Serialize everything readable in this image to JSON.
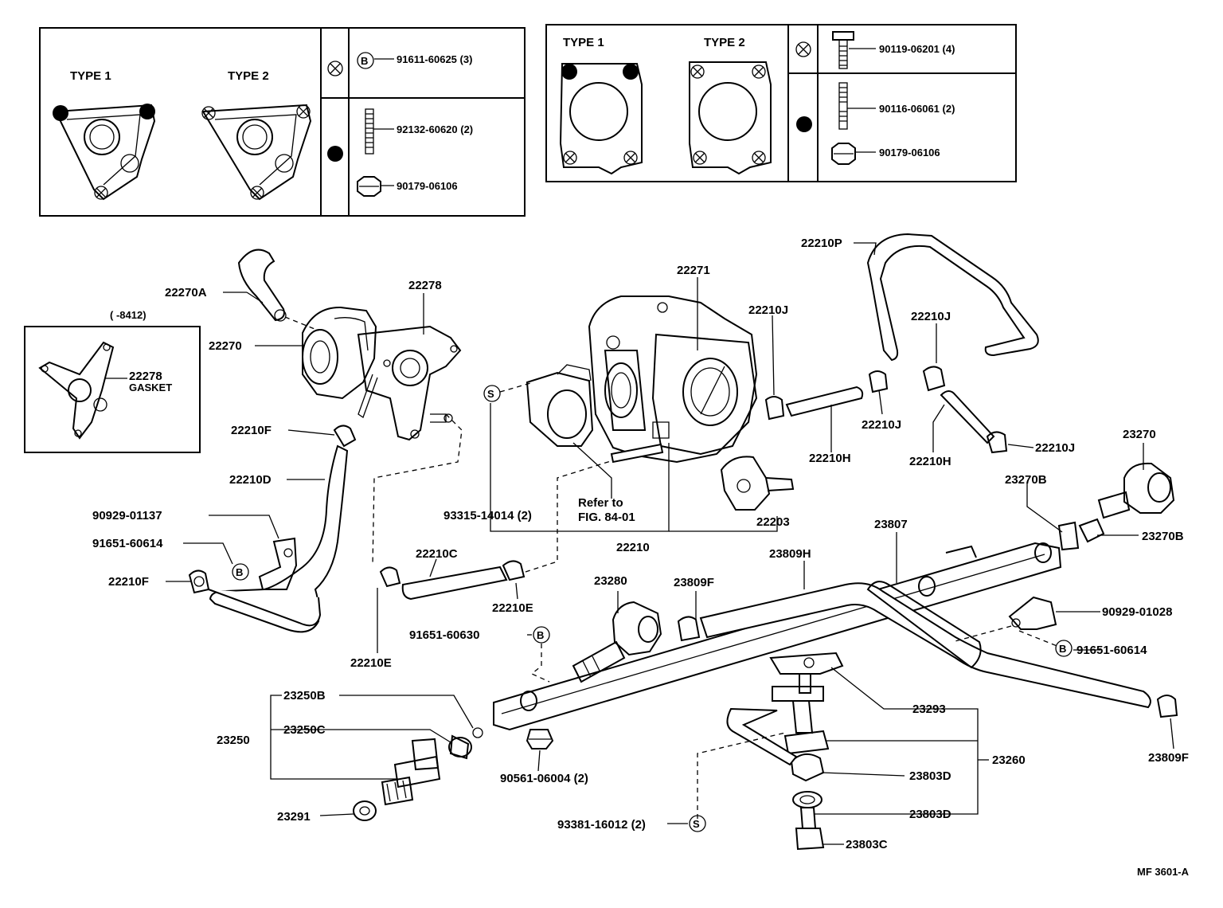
{
  "box_a": {
    "type1": "TYPE 1",
    "type2": "TYPE 2",
    "b_symbol": "B",
    "part_b": "91611-60625 (3)",
    "part_stud": "92132-60620 (2)",
    "part_nut": "90179-06106"
  },
  "box_b": {
    "type1": "TYPE 1",
    "type2": "TYPE 2",
    "part_bolt": "90119-06201 (4)",
    "part_stud": "90116-06061 (2)",
    "part_nut": "90179-06106"
  },
  "inset": {
    "range": "(      -8412)",
    "part": "22278",
    "note": "GASKET"
  },
  "labels": {
    "l22270A": "22270A",
    "l22278": "22278",
    "l22270": "22270",
    "l22210F_a": "22210F",
    "l22210D": "22210D",
    "l90929_01137": "90929-01137",
    "l91651_60614_a": "91651-60614",
    "l22210F_b": "22210F",
    "l22210E_a": "22210E",
    "l22210C": "22210C",
    "l22210E_b": "22210E",
    "l93315": "93315-14014 (2)",
    "refer1": "Refer to",
    "refer2": "FIG. 84-01",
    "l22210": "22210",
    "l22271": "22271",
    "l22210J_a": "22210J",
    "l22210H_a": "22210H",
    "l22210J_b": "22210J",
    "l22203": "22203",
    "l22210P": "22210P",
    "l22210J_c": "22210J",
    "l22210H_b": "22210H",
    "l22210J_d": "22210J",
    "l23270": "23270",
    "l23270B_a": "23270B",
    "l23270B_b": "23270B",
    "l23807": "23807",
    "l23809H": "23809H",
    "l23280": "23280",
    "l23809F_a": "23809F",
    "l91651_60630": "91651-60630",
    "l90929_01028": "90929-01028",
    "l91651_60614_b": "91651-60614",
    "l23250B": "23250B",
    "l23250": "23250",
    "l23250C": "23250C",
    "l23291": "23291",
    "l90561": "90561-06004 (2)",
    "l93381": "93381-16012 (2)",
    "l23293": "23293",
    "l23260": "23260",
    "l23803D_a": "23803D",
    "l23803D_b": "23803D",
    "l23803C": "23803C",
    "l23809F_b": "23809F",
    "s_symbol": "S",
    "b_symbol": "B"
  },
  "footer": {
    "code": "MF 3601-A"
  }
}
